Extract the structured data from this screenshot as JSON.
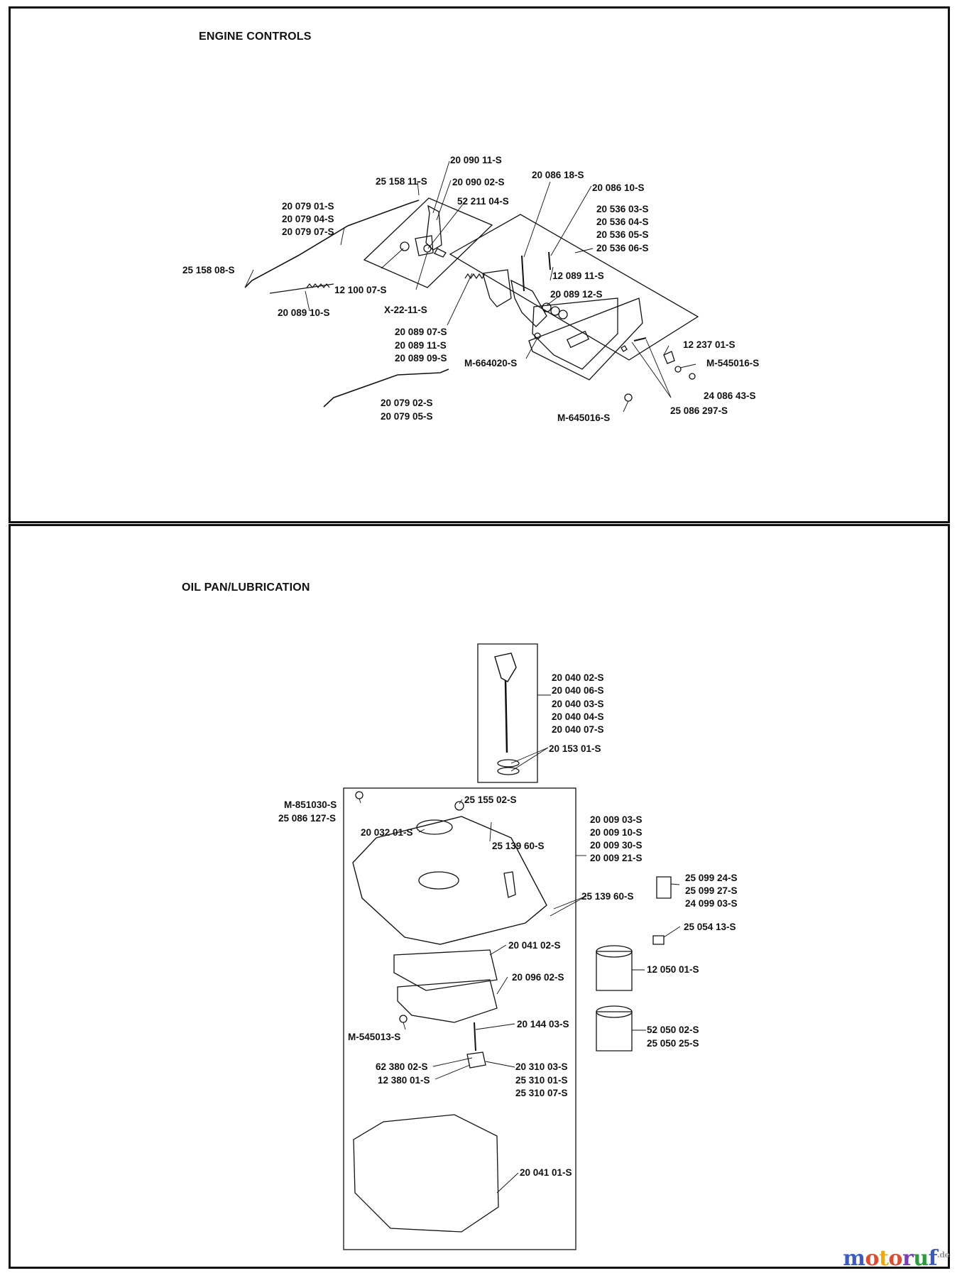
{
  "engine_controls": {
    "title": "ENGINE CONTROLS",
    "labels": {
      "p1": "20 090 11-S",
      "p2": "25 158 11-S",
      "p3": "20 090 02-S",
      "p4": "52 211 04-S",
      "p5": "20 086 18-S",
      "p6": "20 086 10-S",
      "p7": "20 079 01-S",
      "p8": "20 079 04-S",
      "p9": "20 079 07-S",
      "p10": "20 536 03-S",
      "p11": "20 536 04-S",
      "p12": "20 536 05-S",
      "p13": "20 536 06-S",
      "p14": "25 158 08-S",
      "p15": "12 089 11-S",
      "p16": "12 100 07-S",
      "p17": "20 089 12-S",
      "p18": "20 089 10-S",
      "p19": "X-22-11-S",
      "p20": "20 089 07-S",
      "p21": "20 089 11-S",
      "p22": "20 089 09-S",
      "p23": "12 237 01-S",
      "p24": "M-664020-S",
      "p25": "M-545016-S",
      "p26": "24 086 43-S",
      "p27": "20 079 02-S",
      "p28": "20 079 05-S",
      "p29": "25 086 297-S",
      "p30": "M-645016-S"
    }
  },
  "oil_pan": {
    "title": "OIL PAN/LUBRICATION",
    "labels": {
      "q1": "20 040 02-S",
      "q2": "20 040 06-S",
      "q3": "20 040 03-S",
      "q4": "20 040 04-S",
      "q5": "20 040 07-S",
      "q6": "20 153 01-S",
      "q7": "M-851030-S",
      "q8": "25 086 127-S",
      "q9": "25 155 02-S",
      "q10": "20 009 03-S",
      "q11": "20 032 01-S",
      "q12": "20 009 10-S",
      "q13": "20 009 30-S",
      "q14": "25 139 60-S",
      "q15": "20 009 21-S",
      "q16": "25 099 24-S",
      "q17": "25 099 27-S",
      "q18": "24 099 03-S",
      "q19": "25 139 60-S",
      "q20": "25 054 13-S",
      "q21": "20 041 02-S",
      "q22": "12 050 01-S",
      "q23": "20 096 02-S",
      "q24": "20 144 03-S",
      "q25": "52 050 02-S",
      "q26": "25 050 25-S",
      "q27": "M-545013-S",
      "q28": "62 380 02-S",
      "q29": "20 310 03-S",
      "q30": "12 380 01-S",
      "q31": "25 310 01-S",
      "q32": "25 310 07-S",
      "q33": "20 041 01-S"
    }
  },
  "watermark": {
    "text": "motoruf",
    "suffix": ".de"
  },
  "colors": {
    "line": "#111111",
    "watermark_m": "#3a5bc7",
    "watermark_o": "#e04a2f",
    "watermark_t": "#f2a900"
  }
}
